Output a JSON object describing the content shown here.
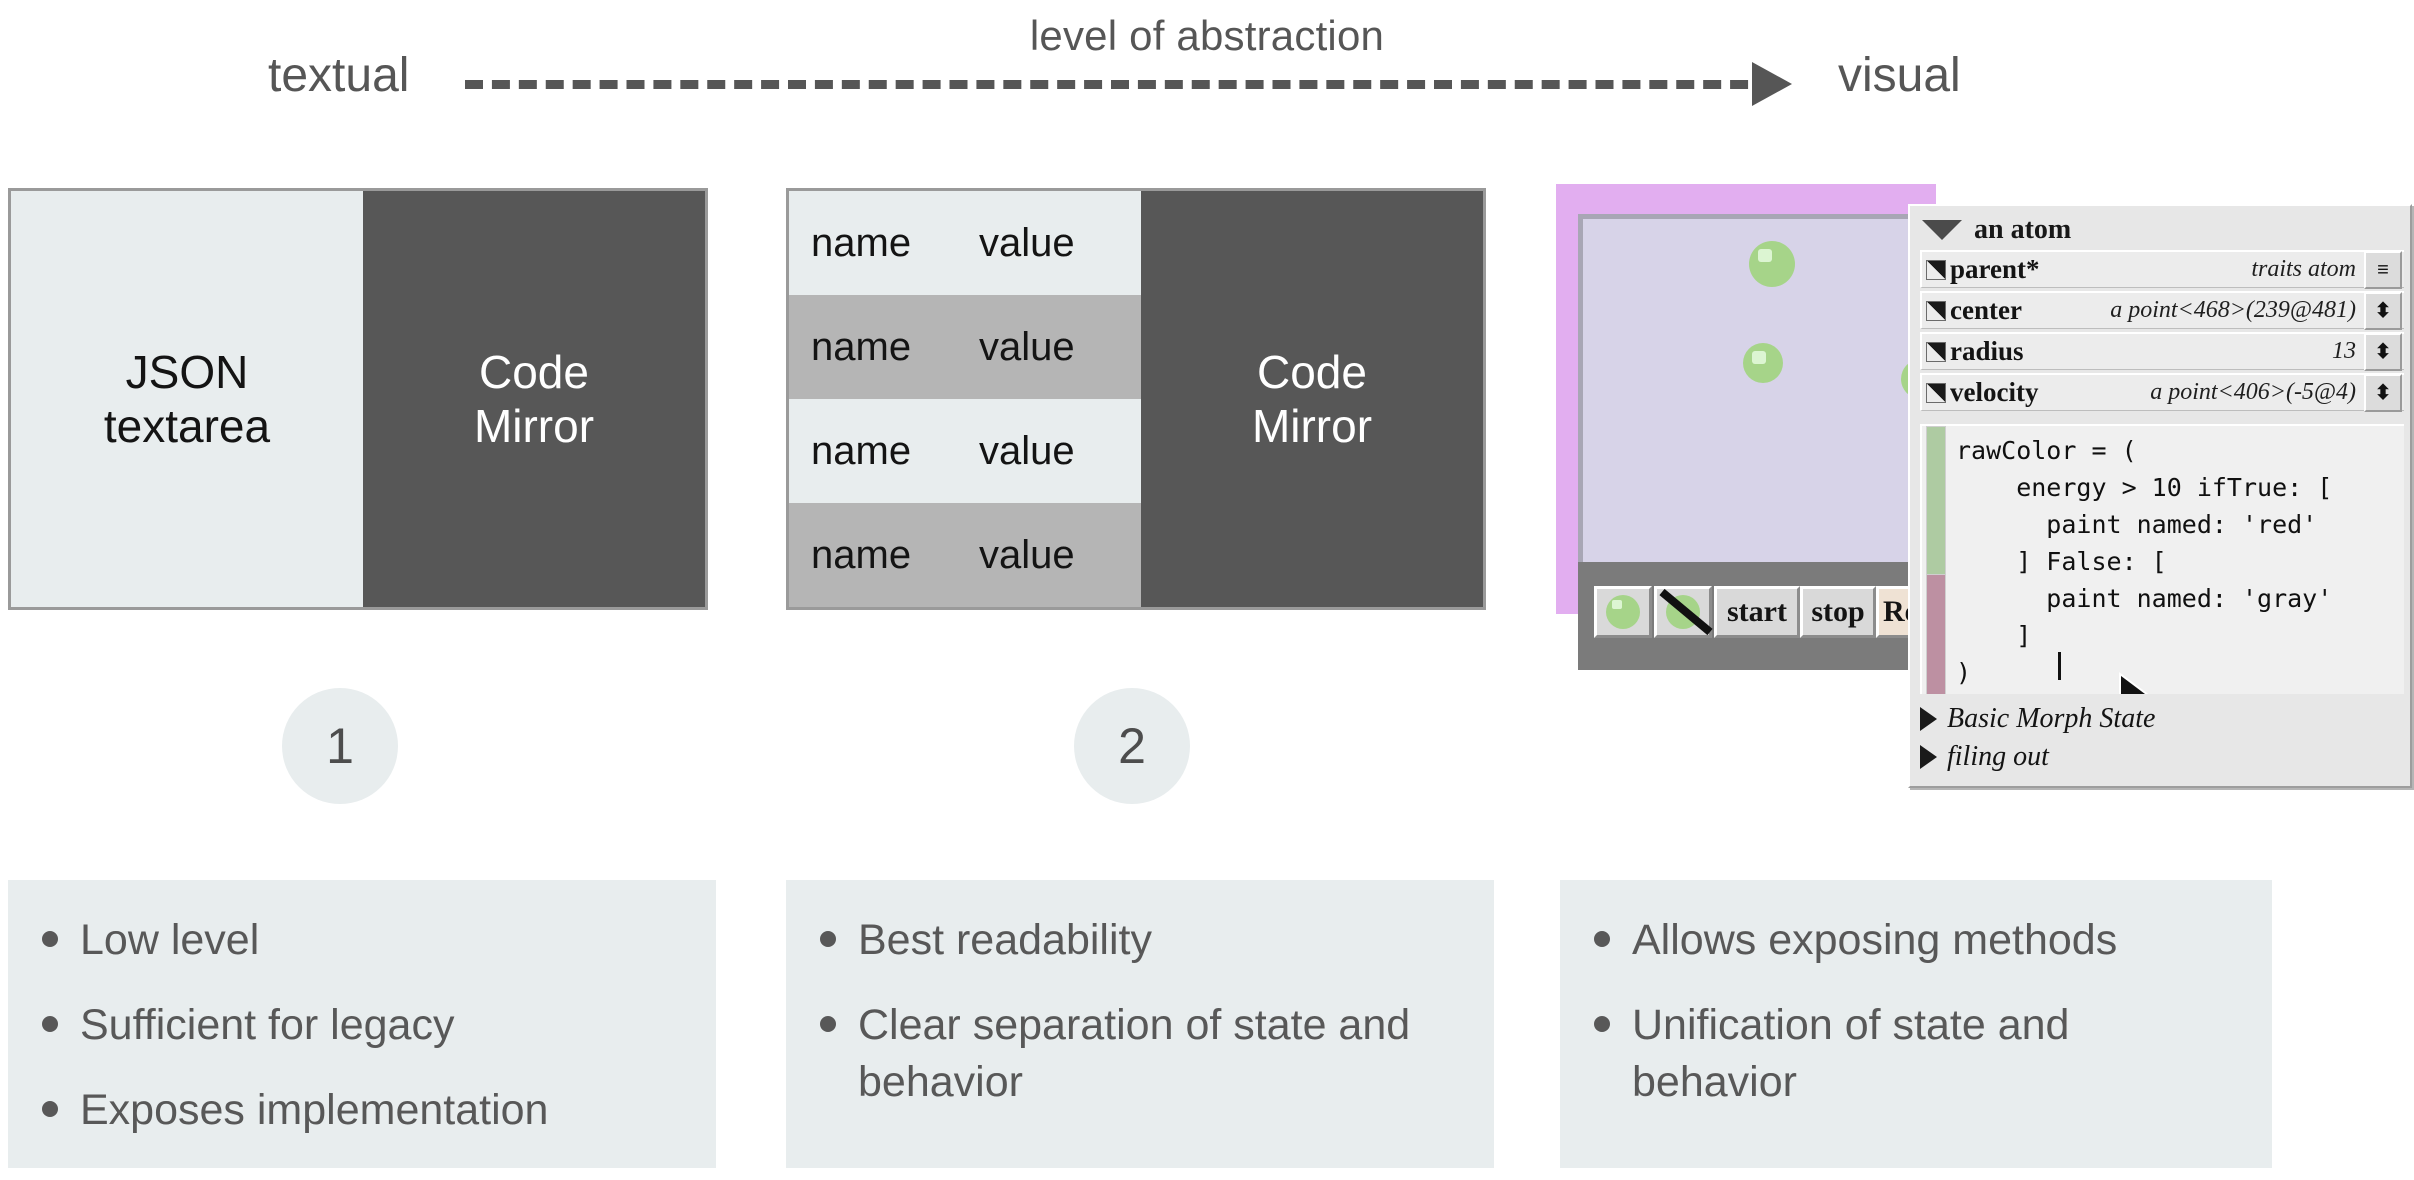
{
  "header": {
    "axis_title": "level of abstraction",
    "left_label": "textual",
    "right_label": "visual",
    "arrow_icon": "arrow-right-icon"
  },
  "panels": [
    {
      "id": "panel-1",
      "badge": "1",
      "left_pane_label": "JSON\ntextarea",
      "left_pane_line1": "JSON",
      "left_pane_line2": "textarea",
      "right_pane_line1": "Code",
      "right_pane_line2": "Mirror"
    },
    {
      "id": "panel-2",
      "badge": "2",
      "right_pane_line1": "Code",
      "right_pane_line2": "Mirror",
      "table": {
        "rows": [
          {
            "name": "name",
            "value": "value"
          },
          {
            "name": "name",
            "value": "value"
          },
          {
            "name": "name",
            "value": "value"
          },
          {
            "name": "name",
            "value": "value"
          }
        ]
      }
    }
  ],
  "squeak": {
    "toolbar": {
      "icon_ball": "green-ball-icon",
      "icon_ball_slashed": "green-ball-slashed-icon",
      "start_label": "start",
      "stop_label": "stop",
      "resize_label": "Resi"
    },
    "atoms_count": 3,
    "colors": {
      "frame": "#e2aef0",
      "world": "#d7d3e8",
      "atom": "#a6d489",
      "toolbar": "#7b7b7b"
    }
  },
  "inspector": {
    "title": "an atom",
    "menu_icon": "triangle-menu-icon",
    "fields": [
      {
        "pin": "pin-icon",
        "name": "parent*",
        "value": "traits atom",
        "control": "≡"
      },
      {
        "pin": "pin-icon",
        "name": "center",
        "value": "a point<468>(239@481)",
        "control": "⬍"
      },
      {
        "pin": "pin-icon",
        "name": "radius",
        "value": "13",
        "control": "⬍"
      },
      {
        "pin": "pin-icon",
        "name": "velocity",
        "value": "a point<406>(-5@4)",
        "control": "⬍"
      }
    ],
    "code": "rawColor = (\n    energy > 10 ifTrue: [\n      paint named: 'red'\n    ] False: [\n      paint named: 'gray'\n    ]\n)",
    "cursor_icon": "mouse-pointer-icon",
    "tree": [
      {
        "arrow": "triangle-right-icon",
        "label": "Basic Morph State"
      },
      {
        "arrow": "triangle-right-icon",
        "label": "filing out"
      }
    ]
  },
  "notes": [
    {
      "id": "notes-1",
      "items": [
        "Low level",
        "Sufficient for legacy",
        "Exposes implementation"
      ]
    },
    {
      "id": "notes-2",
      "items": [
        "Best readability",
        "Clear separation of state and behavior"
      ]
    },
    {
      "id": "notes-3",
      "items": [
        "Allows exposing methods",
        "Unification of state and behavior"
      ]
    }
  ],
  "colors": {
    "light_panel": "#e8edee",
    "dark_panel": "#575757",
    "mid_row": "#b5b5b5",
    "text": "#585858",
    "accent_purple": "#e2aef0"
  }
}
